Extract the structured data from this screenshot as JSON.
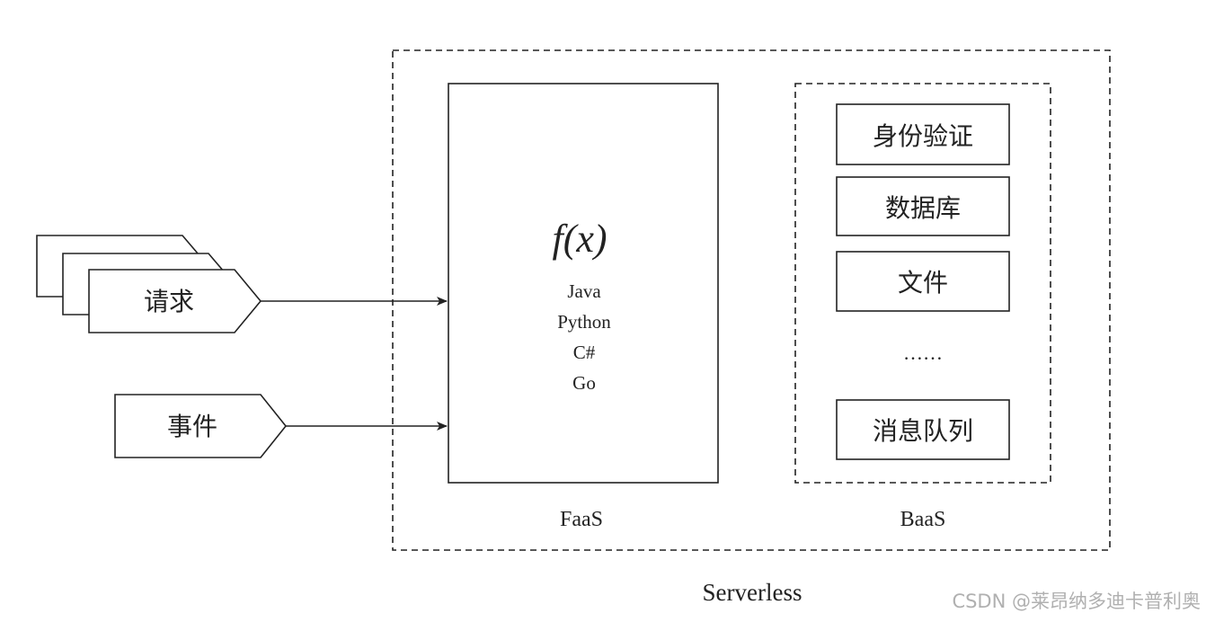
{
  "inputs": {
    "request_label": "请求",
    "event_label": "事件"
  },
  "faas": {
    "function_symbol": "f(x)",
    "languages": [
      "Java",
      "Python",
      "C#",
      "Go"
    ],
    "label": "FaaS"
  },
  "baas": {
    "services": [
      "身份验证",
      "数据库",
      "文件"
    ],
    "ellipsis": "……",
    "last_service": "消息队列",
    "label": "BaaS"
  },
  "serverless": {
    "label": "Serverless"
  },
  "watermark": "CSDN @莱昂纳多迪卡普利奥",
  "colors": {
    "stroke": "#222222",
    "background": "#ffffff",
    "watermark": "#b0b0b0"
  }
}
